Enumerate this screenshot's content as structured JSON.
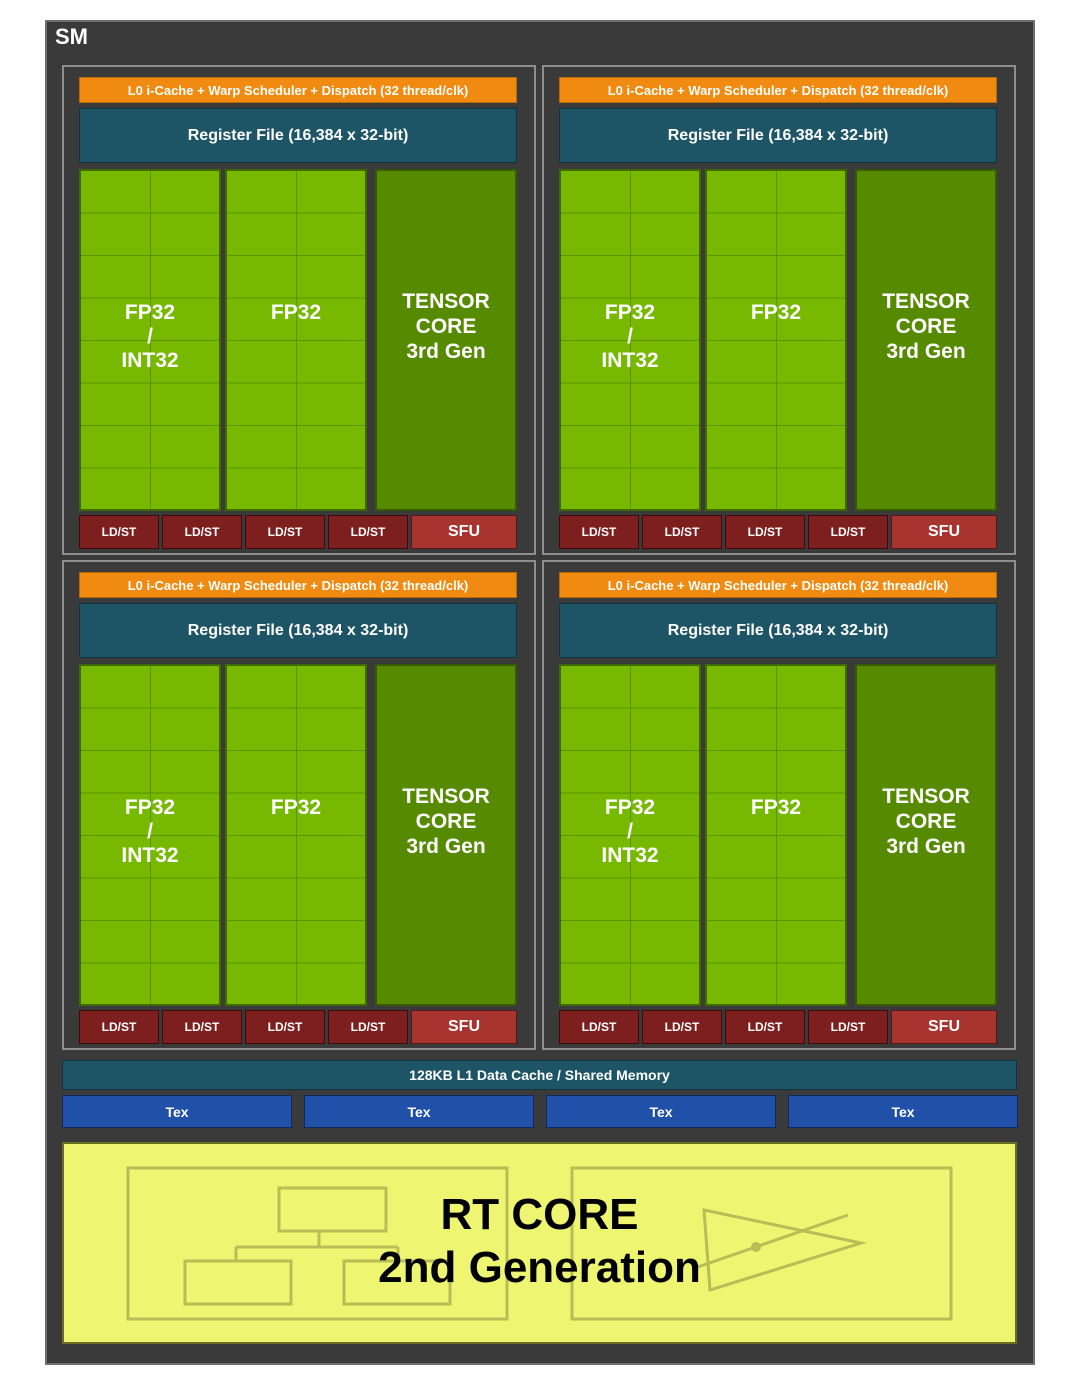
{
  "sm_label": "SM",
  "quadrants": [
    {
      "scheduler": "L0 i-Cache + Warp Scheduler + Dispatch (32 thread/clk)",
      "register_file": "Register File (16,384 x 32-bit)",
      "fp32_int32_label": "FP32\n/\nINT32",
      "fp32_label": "FP32",
      "tensor_label": "TENSOR\nCORE\n3rd Gen",
      "ldst": [
        "LD/ST",
        "LD/ST",
        "LD/ST",
        "LD/ST"
      ],
      "sfu": "SFU"
    },
    {
      "scheduler": "L0 i-Cache + Warp Scheduler + Dispatch (32 thread/clk)",
      "register_file": "Register File (16,384 x 32-bit)",
      "fp32_int32_label": "FP32\n/\nINT32",
      "fp32_label": "FP32",
      "tensor_label": "TENSOR\nCORE\n3rd Gen",
      "ldst": [
        "LD/ST",
        "LD/ST",
        "LD/ST",
        "LD/ST"
      ],
      "sfu": "SFU"
    },
    {
      "scheduler": "L0 i-Cache + Warp Scheduler + Dispatch (32 thread/clk)",
      "register_file": "Register File (16,384 x 32-bit)",
      "fp32_int32_label": "FP32\n/\nINT32",
      "fp32_label": "FP32",
      "tensor_label": "TENSOR\nCORE\n3rd Gen",
      "ldst": [
        "LD/ST",
        "LD/ST",
        "LD/ST",
        "LD/ST"
      ],
      "sfu": "SFU"
    },
    {
      "scheduler": "L0 i-Cache + Warp Scheduler + Dispatch (32 thread/clk)",
      "register_file": "Register File (16,384 x 32-bit)",
      "fp32_int32_label": "FP32\n/\nINT32",
      "fp32_label": "FP32",
      "tensor_label": "TENSOR\nCORE\n3rd Gen",
      "ldst": [
        "LD/ST",
        "LD/ST",
        "LD/ST",
        "LD/ST"
      ],
      "sfu": "SFU"
    }
  ],
  "l1_cache": "128KB L1 Data Cache / Shared Memory",
  "tex_units": [
    "Tex",
    "Tex",
    "Tex",
    "Tex"
  ],
  "rt_core": "RT CORE\n2nd Generation",
  "colors": {
    "sm_background": "#3a3a3a",
    "scheduler": "#f08a10",
    "register_file": "#1d5566",
    "alu": "#77b900",
    "tensor_core": "#568a00",
    "ldst": "#7d1f1f",
    "sfu": "#a8342f",
    "tex": "#2050a8",
    "rt_core": "#eef570"
  }
}
